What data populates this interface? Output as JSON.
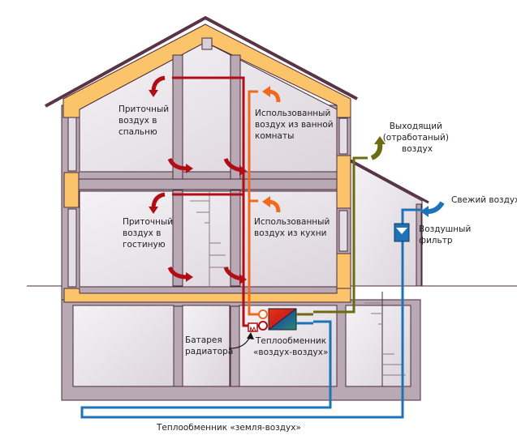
{
  "title": "Схема вентиляции дома с рекуперацией",
  "colors": {
    "wall": "#b8a9b4",
    "wall_stroke": "#4a2a3a",
    "insulation": "#fcc46a",
    "room": "#eae6ec",
    "supply": "#b00d14",
    "exhaust_used": "#f06a1e",
    "exhaust_out": "#6b6b12",
    "fresh": "#1e73b8",
    "roof": "#5a3446"
  },
  "labels": {
    "supply_bedroom": [
      "Приточный",
      "воздух в",
      "спальню"
    ],
    "used_bathroom": [
      "Использованный",
      "воздух из ванной",
      "комнаты"
    ],
    "exhaust_out": [
      "Выходящий",
      "(отработаный)",
      "воздух"
    ],
    "fresh_air": "Свежий воздух",
    "air_filter": [
      "Воздушный",
      "фильтр"
    ],
    "supply_living": [
      "Приточный",
      "воздух в",
      "гостиную"
    ],
    "used_kitchen": [
      "Использованный",
      "воздух из кухни"
    ],
    "radiator": [
      "Батарея",
      "радиатора"
    ],
    "air_air_exchanger": [
      "Теплообменник",
      "«воздух-воздух»"
    ],
    "ground_air_exchanger": "Теплообменник «земля-воздух»"
  }
}
